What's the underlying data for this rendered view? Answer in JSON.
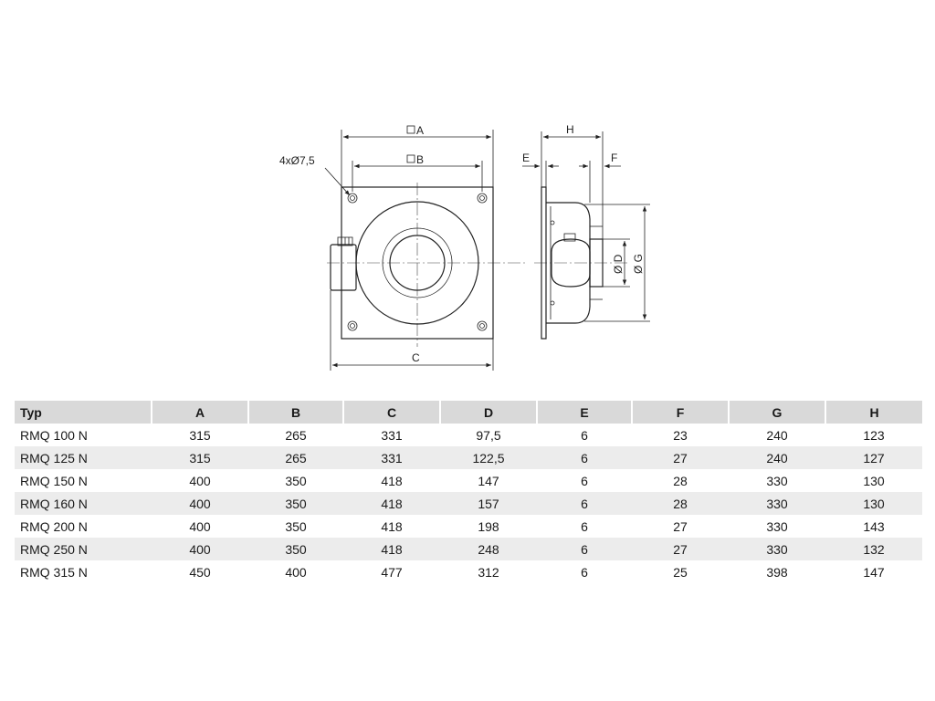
{
  "diagram": {
    "labels": {
      "dim_a": "A",
      "dim_b": "B",
      "dim_c": "C",
      "holes": "4xØ7,5",
      "dim_e": "E",
      "dim_f": "F",
      "dim_h": "H",
      "dim_d": "Ø D",
      "dim_g": "Ø G"
    }
  },
  "table": {
    "headers": [
      "Typ",
      "A",
      "B",
      "C",
      "D",
      "E",
      "F",
      "G",
      "H"
    ],
    "rows": [
      [
        "RMQ 100 N",
        "315",
        "265",
        "331",
        "97,5",
        "6",
        "23",
        "240",
        "123"
      ],
      [
        "RMQ 125 N",
        "315",
        "265",
        "331",
        "122,5",
        "6",
        "27",
        "240",
        "127"
      ],
      [
        "RMQ 150 N",
        "400",
        "350",
        "418",
        "147",
        "6",
        "28",
        "330",
        "130"
      ],
      [
        "RMQ 160 N",
        "400",
        "350",
        "418",
        "157",
        "6",
        "28",
        "330",
        "130"
      ],
      [
        "RMQ 200 N",
        "400",
        "350",
        "418",
        "198",
        "6",
        "27",
        "330",
        "143"
      ],
      [
        "RMQ 250 N",
        "400",
        "350",
        "418",
        "248",
        "6",
        "27",
        "330",
        "132"
      ],
      [
        "RMQ 315 N",
        "450",
        "400",
        "477",
        "312",
        "6",
        "25",
        "398",
        "147"
      ]
    ]
  }
}
